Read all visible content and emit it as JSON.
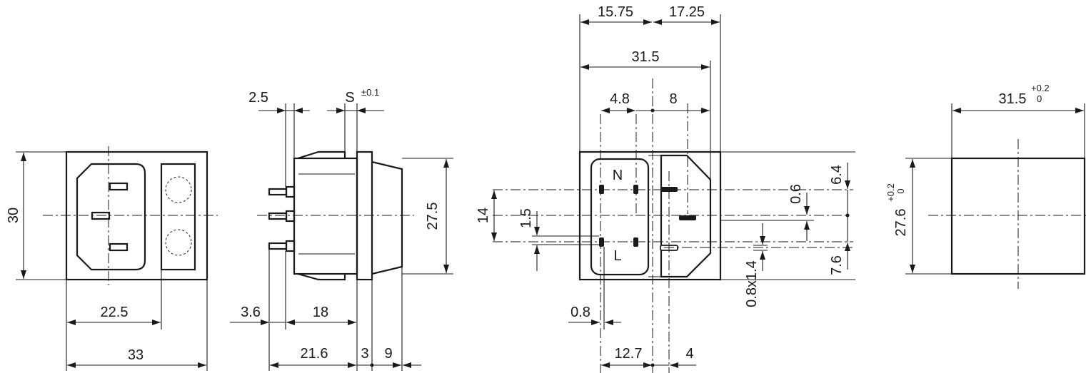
{
  "views": {
    "front": {
      "dim_width_total": "33",
      "dim_width_inlet": "22.5",
      "dim_height": "30"
    },
    "side": {
      "dim_flange": "2.5",
      "dim_panel_symbol": "S",
      "dim_panel_tolerance": "±0.1",
      "dim_height": "27.5",
      "dim_pin_length": "3.6",
      "dim_body_depth": "18",
      "dim_overall_depth": "21.6",
      "dim_flange_thickness": "3",
      "dim_front_depth": "9"
    },
    "rear": {
      "dim_center_left": "15.75",
      "dim_center_right": "17.25",
      "dim_width": "31.5",
      "dim_pin_offset": "4.8",
      "dim_pin_spacing_h": "8",
      "dim_top_offset": "6.4",
      "dim_small_offset": "0.6",
      "dim_bottom_offset": "7.6",
      "dim_pin_spacing_v": "14",
      "dim_pin_width_v": "1.5",
      "dim_tab_size": "0.8x1.4",
      "dim_pin_thickness": "0.8",
      "dim_pin_pitch": "12.7",
      "dim_tab_offset": "4",
      "label_neutral": "N",
      "label_line": "L"
    },
    "cutout": {
      "dim_width": "31.5",
      "dim_width_tol_upper": "+0.2",
      "dim_width_tol_lower": "0",
      "dim_height": "27.6",
      "dim_height_tol_upper": "+0.2",
      "dim_height_tol_lower": "0"
    }
  }
}
